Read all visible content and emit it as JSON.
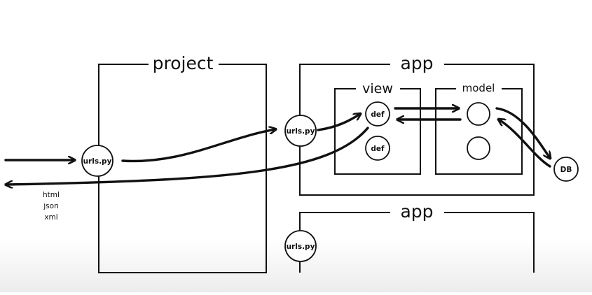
{
  "diagram": {
    "project": {
      "title": "project",
      "urls_label": "urls.py"
    },
    "app_top": {
      "title": "app",
      "urls_label": "urls.py",
      "view": {
        "title": "view",
        "def_1": "def",
        "def_2": "def"
      },
      "model": {
        "title": "model"
      }
    },
    "app_bottom": {
      "title": "app",
      "urls_label": "urls.py"
    },
    "db": {
      "label": "DB"
    },
    "response_formats": [
      "html",
      "json",
      "xml"
    ]
  }
}
